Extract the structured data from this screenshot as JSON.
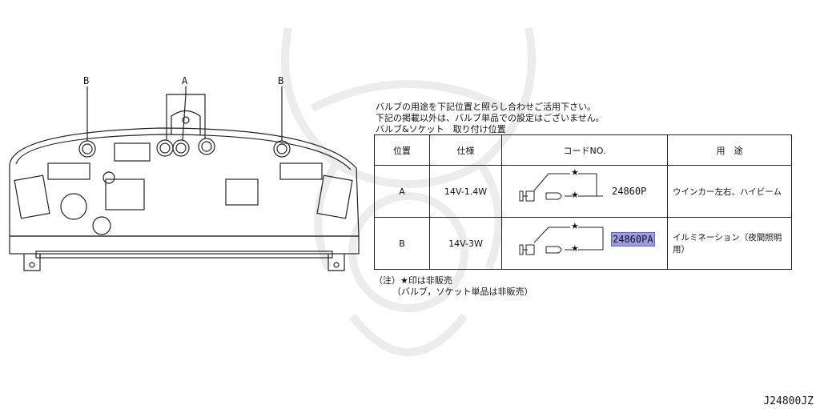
{
  "diagram": {
    "label_a": "A",
    "label_b_left": "B",
    "label_b_right": "B"
  },
  "notes": {
    "line1": "バルブの用途を下記位置と照らし合わせご活用下さい。",
    "line2": "下記の掲載以外は、バルブ単品での設定はございません。",
    "line3": "バルブ&ソケット　取り付け位置"
  },
  "table": {
    "headers": [
      "位置",
      "仕様",
      "コードNO.",
      "用　途"
    ],
    "rows": [
      {
        "position": "A",
        "spec": "14V-1.4W",
        "code": "24860P",
        "use": "ウインカー左右、ハイビーム",
        "highlighted": false
      },
      {
        "position": "B",
        "spec": "14V-3W",
        "code": "24860PA",
        "use": "イルミネーション（夜間照明用）",
        "highlighted": true
      }
    ],
    "star_symbol": "★"
  },
  "footnote": {
    "line1": "（注）★印は非販売",
    "line2": "（バルブ，ソケット単品は非販売）"
  },
  "footer_code": "J24800JZ",
  "colors": {
    "highlight": "#9c9ce6",
    "line": "#222222",
    "watermark": "#ececec"
  }
}
